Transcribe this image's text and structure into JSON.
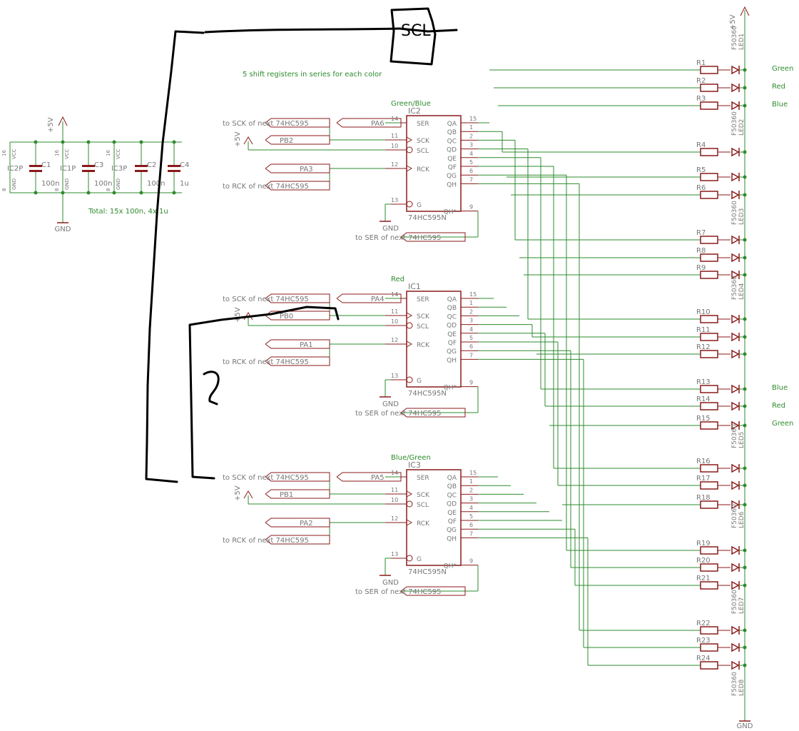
{
  "note": "5 shift registers in series for each color",
  "sketch_label": "SCL",
  "question_mark": "?",
  "decoupling": {
    "supply": "+5V",
    "gnd": "GND",
    "total": "Total: 15x 100n, 4x 1u",
    "ic_labels": [
      "IC2P",
      "IC1P",
      "IC3P"
    ],
    "caps": [
      {
        "name": "C1",
        "value": "100n"
      },
      {
        "name": "C3",
        "value": "100n"
      },
      {
        "name": "C2",
        "value": "100n"
      },
      {
        "name": "C4",
        "value": "1u"
      }
    ],
    "vcc": "VCC",
    "gnd_pin": "GND",
    "pin16": "16",
    "pin8": "8"
  },
  "chips": [
    {
      "title": "Green/Blue",
      "ref": "IC2",
      "part": "74HC595N",
      "ser_net": "PA6",
      "sck_net": "PB2",
      "rck_net": "PA3",
      "to_sck": "to SCK of next 74HC595",
      "to_rck": "to RCK of next 74HC595",
      "to_ser": "to SER of next 74HC595",
      "supply": "+5V",
      "gnd": "GND"
    },
    {
      "title": "Red",
      "ref": "IC1",
      "part": "74HC595N",
      "ser_net": "PA4",
      "sck_net": "PB0",
      "rck_net": "PA1",
      "to_sck": "to SCK of next 74HC595",
      "to_rck": "to RCK of next 74HC595",
      "to_ser": "to SER of next 74HC595",
      "supply": "+5V",
      "gnd": "GND"
    },
    {
      "title": "Blue/Green",
      "ref": "IC3",
      "part": "74HC595N",
      "ser_net": "PA5",
      "sck_net": "PB1",
      "rck_net": "PA2",
      "to_sck": "to SCK of next 74HC595",
      "to_rck": "to RCK of next 74HC595",
      "to_ser": "to SER of next 74HC595",
      "supply": "+5V",
      "gnd": "GND"
    }
  ],
  "chip_pins_left": [
    "SER",
    "SCK",
    "SCL",
    "RCK",
    "G"
  ],
  "chip_pin_nums_left": [
    "14",
    "11",
    "10",
    "12",
    "13"
  ],
  "chip_pins_right": [
    "QA",
    "QB",
    "QC",
    "QD",
    "QE",
    "QF",
    "QG",
    "QH",
    "QH*"
  ],
  "chip_pin_nums_right": [
    "15",
    "1",
    "2",
    "3",
    "4",
    "5",
    "6",
    "7",
    "9"
  ],
  "resistors": [
    "R1",
    "R2",
    "R3",
    "R4",
    "R5",
    "R6",
    "R7",
    "R8",
    "R9",
    "R10",
    "R11",
    "R12",
    "R13",
    "R14",
    "R15",
    "R16",
    "R17",
    "R18",
    "R19",
    "R20",
    "R21",
    "R22",
    "R23",
    "R24"
  ],
  "leds": [
    {
      "name": "LED1",
      "part": "F50360"
    },
    {
      "name": "LED2",
      "part": "F50360"
    },
    {
      "name": "LED3",
      "part": "F50360"
    },
    {
      "name": "LED4",
      "part": "F50360"
    },
    {
      "name": "LED5",
      "part": "F50360"
    },
    {
      "name": "LED6",
      "part": "F50360"
    },
    {
      "name": "LED7",
      "part": "F50360"
    },
    {
      "name": "LED8",
      "part": "F50360"
    }
  ],
  "led_colors_top": [
    "Green",
    "Red",
    "Blue"
  ],
  "led_colors_mid": [
    "Blue",
    "Red",
    "Green"
  ],
  "rail_top": "+5V",
  "rail_bottom": "GND",
  "colors": {
    "wire": "#2e8b2e",
    "part": "#8b1a1a",
    "label": "#777777",
    "net": "#2e8b2e"
  }
}
